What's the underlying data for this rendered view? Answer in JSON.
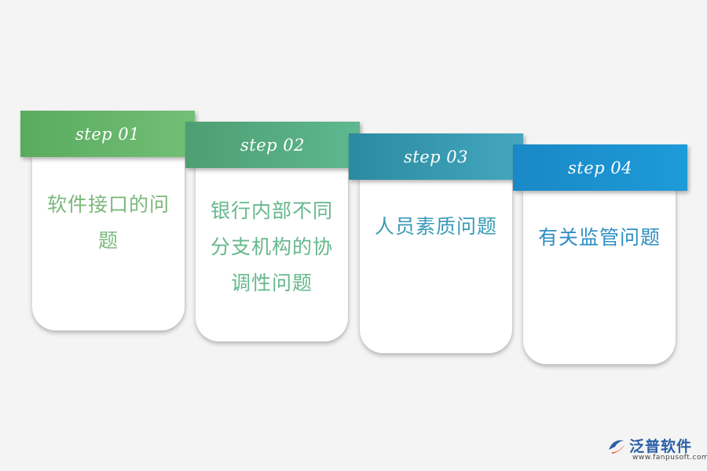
{
  "steps": [
    {
      "label": "step 01",
      "text": [
        "软件接口的问",
        "题"
      ]
    },
    {
      "label": "step 02",
      "text": [
        "银行内部不同",
        "分支机构的协",
        "调性问题"
      ]
    },
    {
      "label": "step 03",
      "text": [
        "人员素质问题"
      ]
    },
    {
      "label": "step 04",
      "text": [
        "有关监管问题"
      ]
    }
  ],
  "logo": {
    "name": "泛普软件",
    "url": "www.fanpusoft.com"
  },
  "colors": {
    "step1": "#5aab5e",
    "step2": "#4e9e72",
    "step3": "#2a8aa0",
    "step4": "#1a88c6"
  }
}
